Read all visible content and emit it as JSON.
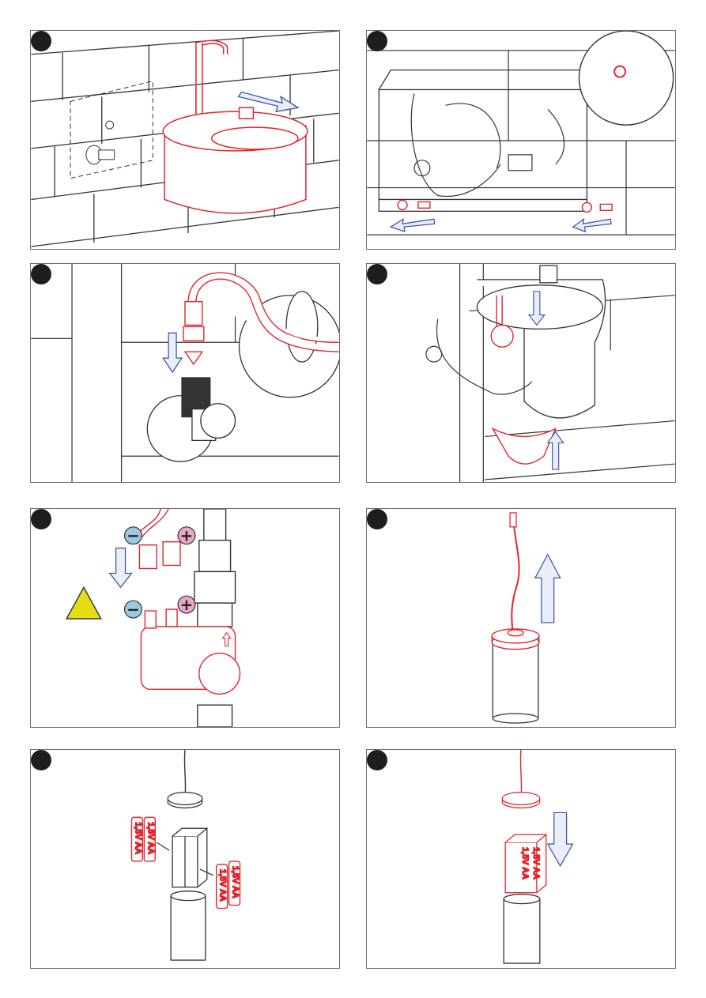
{
  "document": {
    "panels": [
      {
        "id": "step-1",
        "content": "basin-mounting"
      },
      {
        "id": "step-2",
        "content": "bracket-fixing"
      },
      {
        "id": "step-3",
        "content": "hose-connection"
      },
      {
        "id": "step-4",
        "content": "drain-fitting"
      },
      {
        "id": "step-5",
        "content": "solenoid-wiring"
      },
      {
        "id": "step-6",
        "content": "battery-box-removal"
      },
      {
        "id": "step-7",
        "content": "battery-insertion"
      },
      {
        "id": "step-8",
        "content": "battery-box-closing"
      }
    ],
    "battery_label": "1,5V AA",
    "minus_sign": "−",
    "plus_sign": "+",
    "colors": {
      "highlight": "#e3242b",
      "arrow": "#2f4fa8",
      "arrow_fill": "#e9eef9",
      "minus_badge": "#9fc6e0",
      "plus_badge": "#e7a6c6",
      "warning": "#e3dc14",
      "line": "#333333"
    }
  }
}
